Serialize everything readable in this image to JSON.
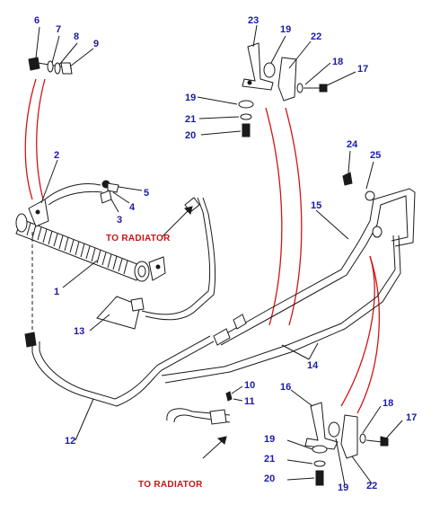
{
  "callouts": [
    "1",
    "2",
    "3",
    "4",
    "5",
    "6",
    "7",
    "8",
    "9",
    "10",
    "11",
    "12",
    "13",
    "14",
    "15",
    "16",
    "17",
    "18",
    "19",
    "20",
    "21",
    "22",
    "23",
    "24",
    "25"
  ],
  "second_set": {
    "n16": "16",
    "n17": "17",
    "n18": "18",
    "n19a": "19",
    "n19b": "19",
    "n20": "20",
    "n21": "21",
    "n22": "22"
  },
  "notes": {
    "to_radiator_upper": "TO RADIATOR",
    "to_radiator_lower": "TO RADIATOR"
  },
  "colors": {
    "callout": "#1a1aa8",
    "note": "#c81414",
    "linework": "#1a1a1a",
    "red_lead": "#d21414"
  }
}
